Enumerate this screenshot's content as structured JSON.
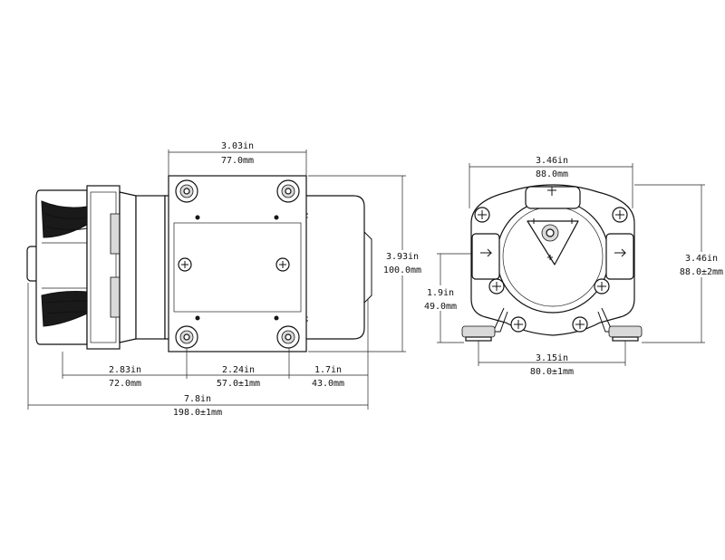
{
  "side_view": {
    "top_width": {
      "in": "3.03in",
      "mm": "77.0mm"
    },
    "height": {
      "in": "3.93in",
      "mm": "100.0mm"
    },
    "seg1": {
      "in": "2.83in",
      "mm": "72.0mm"
    },
    "seg2": {
      "in": "2.24in",
      "mm": "57.0±1mm"
    },
    "seg3": {
      "in": "1.7in",
      "mm": "43.0mm"
    },
    "overall": {
      "in": "7.8in",
      "mm": "198.0±1mm"
    }
  },
  "front_view": {
    "top_width": {
      "in": "3.46in",
      "mm": "88.0mm"
    },
    "height": {
      "in": "3.46in",
      "mm": "88.0±2mm"
    },
    "port_height": {
      "in": "1.9in",
      "mm": "49.0mm"
    },
    "foot_span": {
      "in": "3.15in",
      "mm": "80.0±1mm"
    }
  }
}
